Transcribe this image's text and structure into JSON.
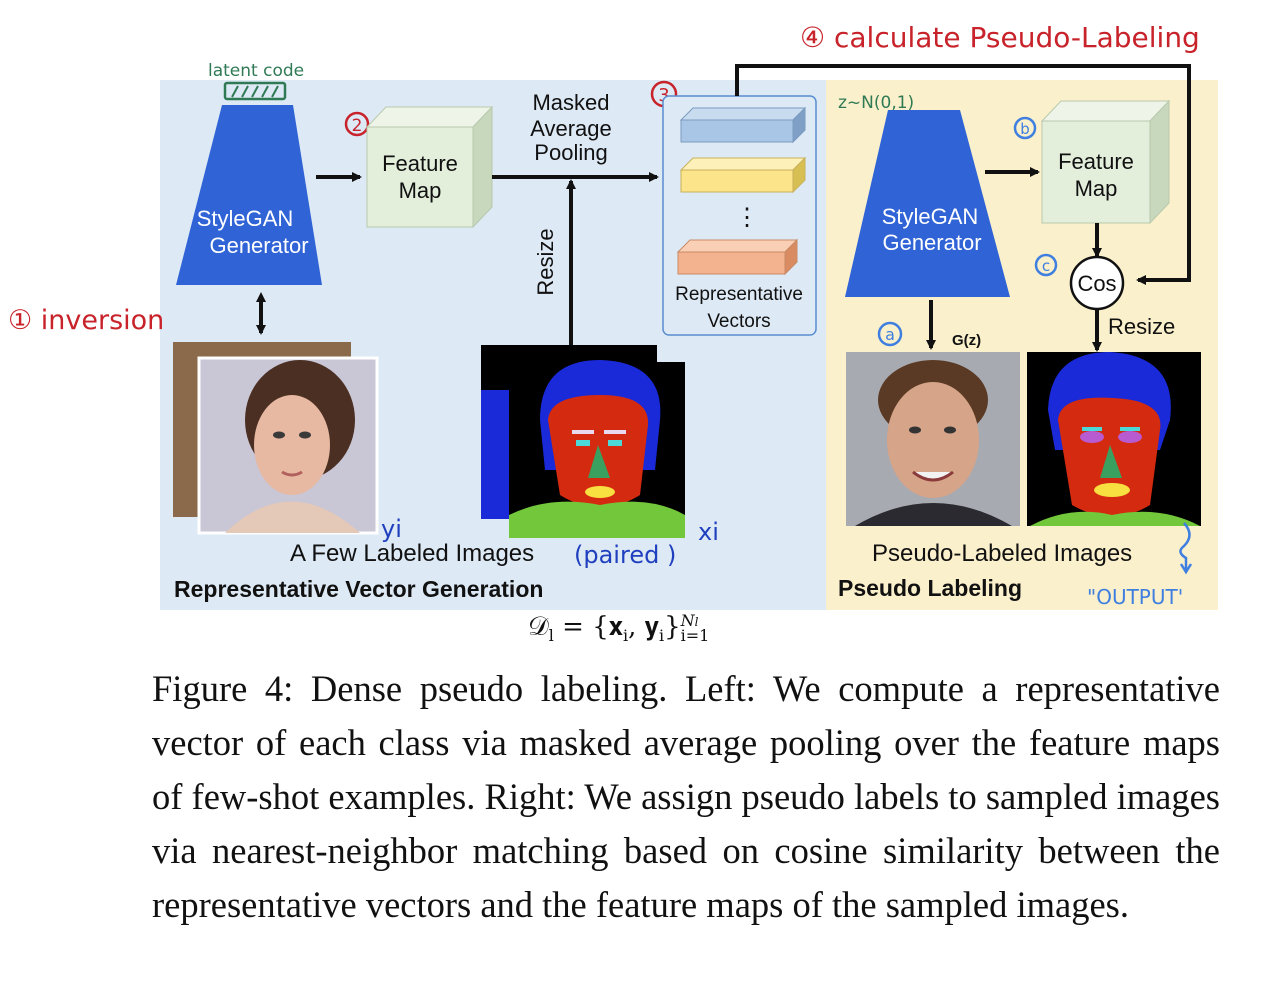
{
  "colors": {
    "left_panel": "#dde9f5",
    "right_panel": "#fbf0cc",
    "generator": "#2f63d6",
    "feature_map": "#e3eedb",
    "vec1": "#a9c6e6",
    "vec2": "#fbe48a",
    "vec3": "#f3b38f"
  },
  "left": {
    "latent_code": "latent code",
    "generator_line1": "StyleGAN",
    "generator_line2": "Generator",
    "inversion": "① inversion",
    "step2": "2",
    "feature_line1": "Feature",
    "feature_line2": "Map",
    "pool_line1": "Masked",
    "pool_line2": "Average",
    "pool_line3": "Pooling",
    "resize": "Resize",
    "step3": "3",
    "vec_dots": "⋮",
    "vec_line1": "Representative",
    "vec_line2": "Vectors",
    "yi": "yi",
    "xi": "xi",
    "few_labeled": "A Few Labeled Images",
    "paired": "(paired )",
    "title": "Representative Vector Generation"
  },
  "top": {
    "step4": "④ calculate  Pseudo-Labeling"
  },
  "right": {
    "z_label": "z~N(0,1)",
    "generator_line1": "StyleGAN",
    "generator_line2": "Generator",
    "step_b": "b",
    "feature_line1": "Feature",
    "feature_line2": "Map",
    "step_c": "c",
    "cos": "Cos",
    "step_a": "a",
    "gz": "G(z)",
    "resize": "Resize",
    "pseudo_labeled": "Pseudo-Labeled Images",
    "title": "Pseudo Labeling",
    "output": "\"OUTPUT'"
  },
  "formula": {
    "lhs": "𝒟",
    "lhs_sub": "l",
    "eq": " = ",
    "set": "{𝐱",
    "sub_i": "i",
    "comma": ", 𝐲",
    "sub_i2": "i",
    "close": "}",
    "sup": "N",
    "sup_sub": "l",
    "lower": "i=1"
  },
  "caption": "Figure 4: Dense pseudo labeling. Left: We compute a representative vector of each class via masked average pooling over the feature maps of few-shot examples. Right: We assign pseudo labels to sampled images via nearest-neighbor matching based on cosine similarity between the representative vectors and the feature maps of the sampled images."
}
